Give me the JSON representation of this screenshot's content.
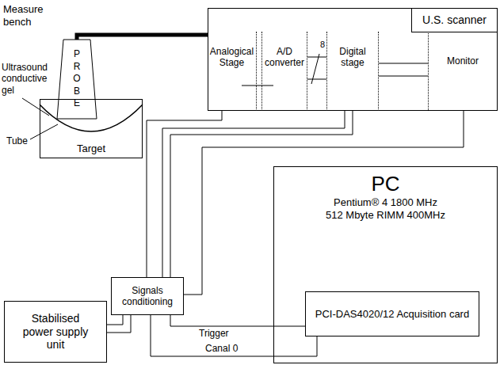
{
  "diagram": {
    "nodes": [
      {
        "text": [
          "P R O B E"
        ]
      },
      {
        "text": [
          "Target"
        ]
      },
      {
        "text": [
          "U.S. scanner"
        ]
      },
      {
        "text": [
          "Analogical Stage"
        ],
        "in": 2
      },
      {
        "text": [
          "A/D converter"
        ],
        "in": 2
      },
      {
        "text": [
          "Digital stage"
        ],
        "in": 2
      },
      {
        "text": [
          "Monitor"
        ],
        "in": 2
      },
      {
        "text": [
          "Signals conditioning"
        ]
      },
      {
        "text": [
          "Stabilised power supply unit"
        ]
      },
      {
        "text": [
          "PC",
          "Pentium® 4 1800 MHz",
          "512 Mbyte RIMM 400MHz"
        ]
      },
      {
        "text": [
          "PCI-DAS4020/12 Acquisition card"
        ],
        "in": 9
      }
    ],
    "edges": [
      {
        "from": 0,
        "to": 3,
        "arrow": "none"
      },
      {
        "from": 3,
        "to": 7,
        "arrow": "none"
      },
      {
        "from": 5,
        "to": 7,
        "arrow": "none"
      },
      {
        "from": 5,
        "to": 7,
        "arrow": "none"
      },
      {
        "from": 6,
        "to": 7,
        "arrow": "none"
      },
      {
        "from": 7,
        "to": 10,
        "label": "Trigger",
        "arrow": "none"
      },
      {
        "from": 7,
        "to": 10,
        "label": "Canal 0",
        "arrow": "none"
      },
      {
        "from": 8,
        "to": 7,
        "arrow": "none"
      },
      {
        "from": 8,
        "to": 7,
        "arrow": "none"
      }
    ],
    "labels": [
      "Measure bench",
      "Ultrasound conductive gel",
      "Tube",
      "8"
    ]
  }
}
